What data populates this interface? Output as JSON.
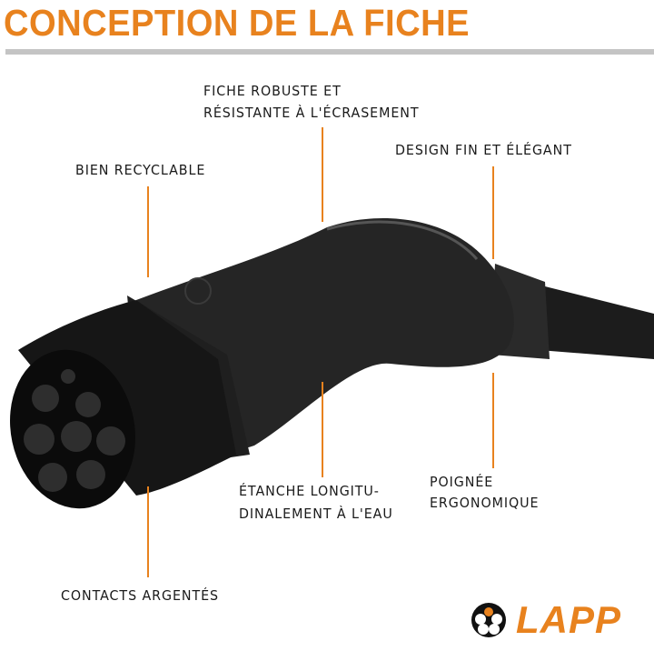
{
  "title": "CONCEPTION DE LA FICHE",
  "labels": {
    "robust": [
      "FICHE ROBUSTE ET",
      "RÉSISTANTE À L'ÉCRASEMENT"
    ],
    "design": "DESIGN FIN ET ÉLÉGANT",
    "recyclable": "BIEN RECYCLABLE",
    "waterproof": [
      "ÉTANCHE LONGITU-",
      "DINALEMENT À L'EAU"
    ],
    "handle": [
      "POIGNÉE",
      "ERGONOMIQUE"
    ],
    "contacts": "CONTACTS ARGENTÉS"
  },
  "brand": {
    "name": "LAPP",
    "accent": "#e8821e"
  }
}
